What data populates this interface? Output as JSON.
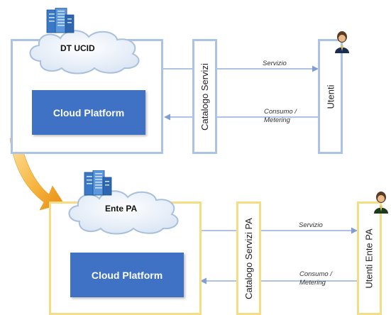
{
  "top": {
    "cloud_label": "DT UCID",
    "platform_label": "Cloud Platform",
    "catalog_label": "Catalogo Servizi",
    "users_label": "Utenti",
    "arrow_service_label": "Servizio",
    "arrow_consumption_line1": "Consumo /",
    "arrow_consumption_line2": "Metering"
  },
  "bottom": {
    "cloud_label": "Ente PA",
    "platform_label": "Cloud Platform",
    "catalog_label": "Catalogo Servizi PA",
    "users_label": "Utenti Ente PA",
    "arrow_service_label": "Servizio",
    "arrow_consumption_line1": "Consumo /",
    "arrow_consumption_line2": "Metering"
  },
  "colors": {
    "platform_fill": "#3f72c4",
    "top_border": "#aac3e6",
    "bottom_border": "#f6dc83",
    "arrow": "#7f9fd4",
    "migration_arrow": "#f0a020"
  },
  "icons": [
    "server-icon",
    "cloud-icon",
    "user-icon",
    "curved-arrow-icon"
  ]
}
